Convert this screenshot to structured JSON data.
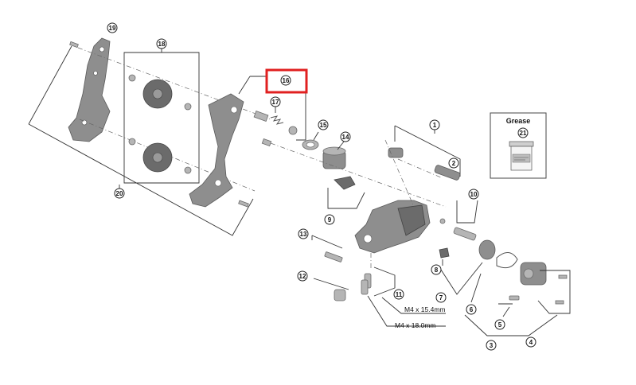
{
  "callouts": {
    "c1": "1",
    "c2": "2",
    "c3": "3",
    "c4": "4",
    "c5": "5",
    "c6": "6",
    "c7": "7",
    "c8": "8",
    "c9": "9",
    "c10": "10",
    "c11": "11",
    "c12": "12",
    "c13": "13",
    "c14": "14",
    "c15": "15",
    "c16": "16",
    "c17": "17",
    "c18": "18",
    "c19": "19",
    "c20": "20",
    "c21": "21"
  },
  "specs": {
    "bolt_a": "M4 x 15.4mm",
    "bolt_b": "M4 x 18.0mm"
  },
  "grease_box": {
    "title": "Grease"
  },
  "highlight": {
    "target_callout": "16",
    "color": "#e02020"
  }
}
